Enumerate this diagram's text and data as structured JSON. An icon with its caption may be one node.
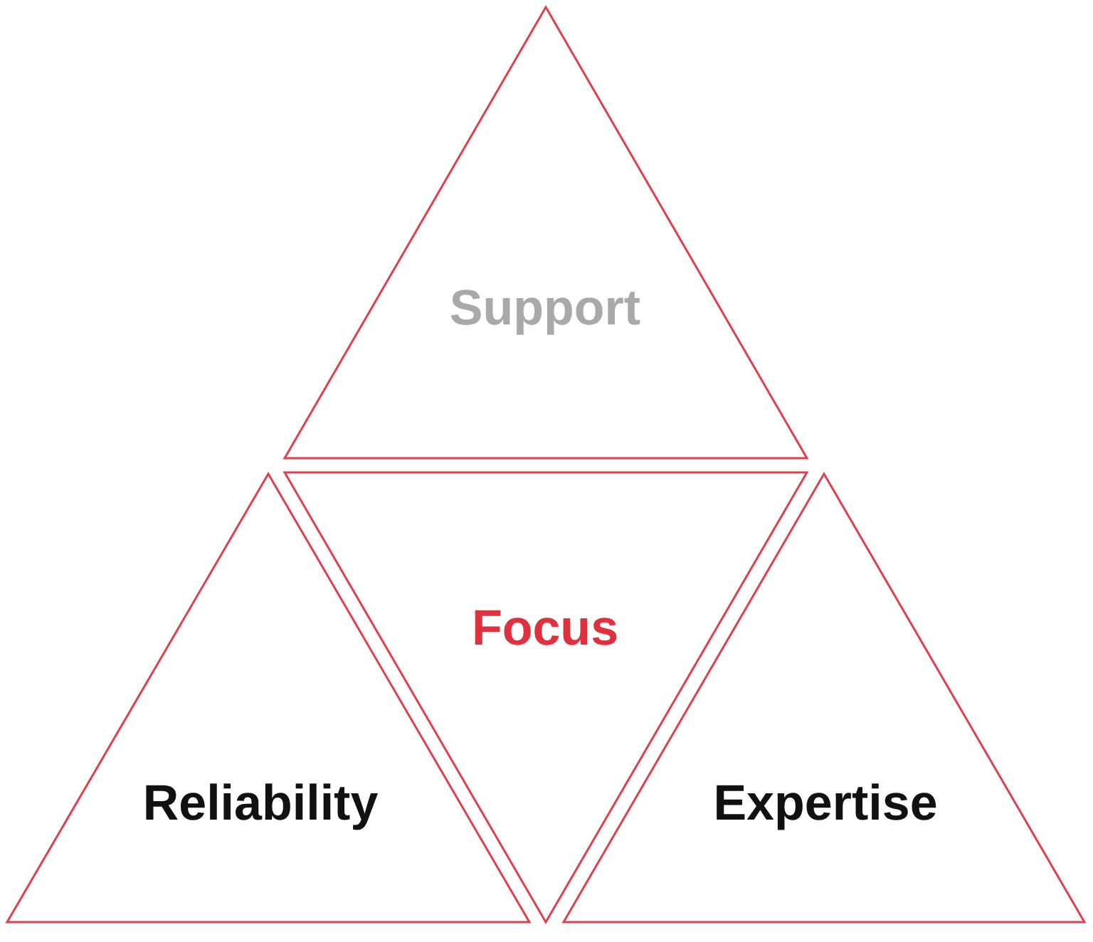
{
  "diagram": {
    "nodes": [
      {
        "text": [
          "Support"
        ]
      },
      {
        "text": [
          "Reliability"
        ]
      },
      {
        "text": [
          "Focus"
        ]
      },
      {
        "text": [
          "Expertise"
        ]
      }
    ]
  }
}
